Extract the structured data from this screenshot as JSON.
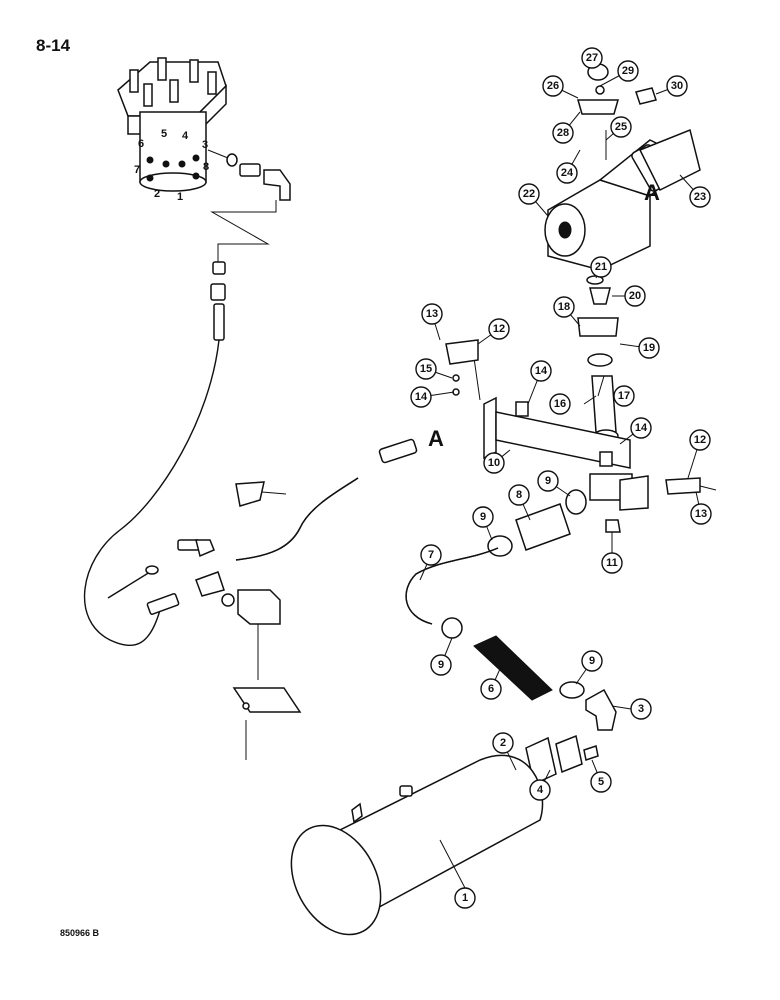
{
  "page_number": "8-14",
  "document_code": "850966 B",
  "reference_letter": "A",
  "valve_port_labels": [
    "1",
    "2",
    "3",
    "4",
    "5",
    "6",
    "7",
    "8"
  ],
  "callouts": [
    "1",
    "2",
    "3",
    "4",
    "5",
    "6",
    "7",
    "8",
    "9",
    "9",
    "9",
    "9",
    "10",
    "11",
    "12",
    "12",
    "13",
    "13",
    "14",
    "14",
    "14",
    "15",
    "16",
    "17",
    "18",
    "19",
    "20",
    "21",
    "22",
    "23",
    "24",
    "25",
    "26",
    "27",
    "28",
    "29",
    "30"
  ]
}
